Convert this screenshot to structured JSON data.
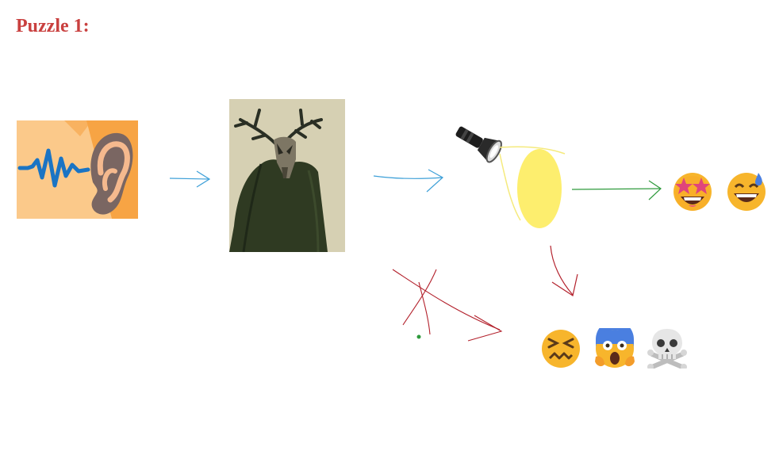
{
  "title": "Puzzle 1:",
  "icons": {
    "ear": "ear-listening-icon",
    "creature": "antlered-creature-image",
    "flashlight": "flashlight-icon",
    "light": "light-beam-oval",
    "good_outcomes": [
      "star-struck-emoji",
      "grinning-sweat-emoji"
    ],
    "bad_outcomes": [
      "confounded-emoji",
      "screaming-fear-emoji",
      "skull-crossbones-icon"
    ]
  },
  "colors": {
    "title": "#c9403f",
    "blue_arrow": "#3ea0d8",
    "green_arrow": "#2e9a3c",
    "red_arrow": "#b3212c",
    "light": "#fdee6e",
    "emoji_face": "#f7b52c"
  }
}
